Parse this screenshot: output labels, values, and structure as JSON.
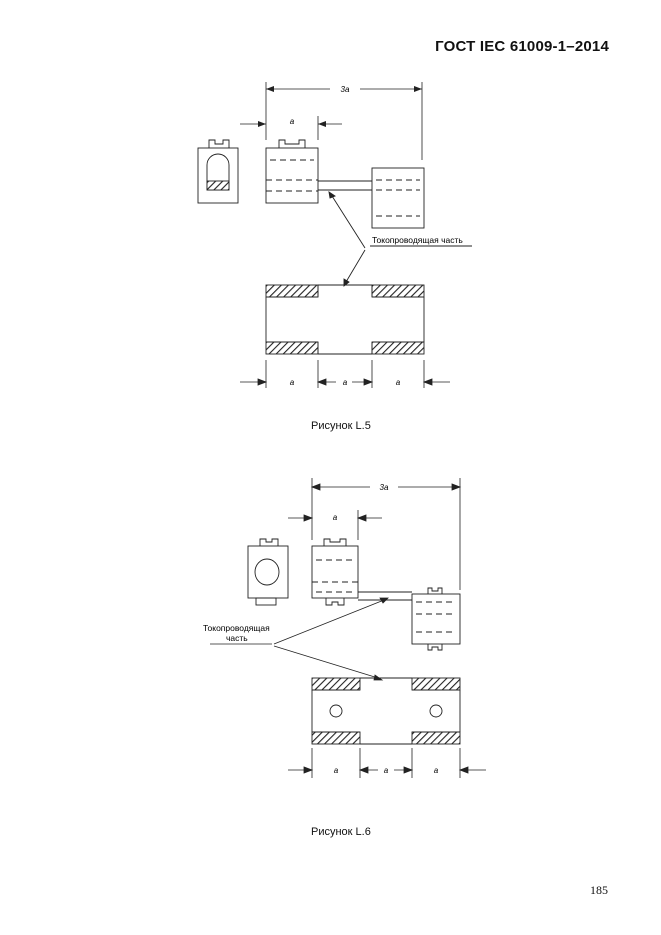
{
  "header": {
    "standard_id": "ГОСТ IEC 61009-1–2014"
  },
  "figure_l5": {
    "caption": "Рисунок L.5",
    "label_live_part": "Токопроводящая часть",
    "dim_3a": "3a",
    "dim_a_top": "a",
    "dim_a_left": "a",
    "dim_a_mid": "a",
    "dim_a_right": "a"
  },
  "figure_l6": {
    "caption": "Рисунок L.6",
    "label_live_part_line1": "Токопроводящая",
    "label_live_part_line2": "часть",
    "dim_3a": "3a",
    "dim_a_top": "a",
    "dim_a_left": "a",
    "dim_a_mid": "a",
    "dim_a_right": "a"
  },
  "footer": {
    "page_number": "185"
  }
}
